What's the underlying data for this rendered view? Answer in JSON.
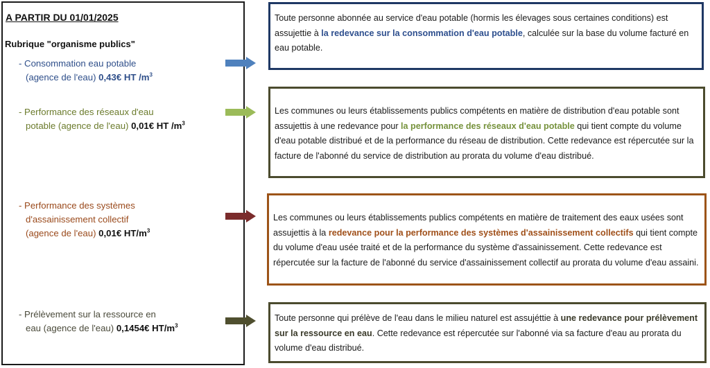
{
  "left_panel": {
    "heading": "A PARTIR DU 01/01/2025",
    "rubrique": "Rubrique \"organisme publics\"",
    "items": [
      {
        "line1": "- Consommation eau potable",
        "line2_prefix": "(agence de l'eau) ",
        "amount": "0,43€ HT /m",
        "exp": "3"
      },
      {
        "line1": "- Performance des réseaux d'eau",
        "line2_prefix": "potable (agence de l'eau) ",
        "amount": "0,01€ HT /m",
        "exp": "3"
      },
      {
        "line1": "- Performance des systèmes",
        "line1b": "d'assainissement collectif",
        "line2_prefix": "(agence de l'eau) ",
        "amount": "0,01€ HT/m",
        "exp": "3"
      },
      {
        "line1": "- Prélèvement sur la ressource en",
        "line2_prefix": "eau (agence de l'eau) ",
        "amount": "0,1454€ HT/m",
        "exp": "3"
      }
    ]
  },
  "colors": {
    "blue": "#2e4f8e",
    "green": "#76923c",
    "brown": "#a0501a",
    "dark_olive": "#4b4b2e",
    "arrow_blue": "#4f81bd",
    "arrow_green": "#9bbb59",
    "arrow_maroon": "#7b2c2c",
    "arrow_olive": "#4f4f2f"
  },
  "boxes": [
    {
      "before": "Toute personne abonnée au service d'eau potable (hormis les élevages sous certaines conditions) est assujettie à ",
      "highlight": "la redevance sur la consommation d'eau potable",
      "after": ", calculée sur la base du volume facturé en eau potable."
    },
    {
      "before": "Les communes ou leurs établissements publics compétents en matière de distribution d'eau potable sont assujettis à une redevance pour ",
      "highlight": "la performance des réseaux d'eau potable",
      "after": " qui tient compte du volume  d'eau potable distribué et de la performance du réseau de distribution. Cette redevance est répercutée sur la facture de l'abonné du service de distribution au prorata du volume d'eau distribué."
    },
    {
      "before": "Les communes ou leurs établissements publics compétents en matière de traitement des eaux usées sont assujettis à la ",
      "highlight": "redevance pour la performance des systèmes d'assainissement collectifs",
      "after": " qui tient compte du volume d'eau usée traité et de la performance du système d'assainissement. Cette redevance est répercutée sur la facture de l'abonné du service d'assainissement collectif au prorata du volume d'eau assaini."
    },
    {
      "before": "Toute personne qui prélève de l'eau dans le milieu naturel est assujéttie à ",
      "highlight": "une redevance pour prélèvement sur la ressource en eau",
      "after": ". Cette redevance est répercutée sur l'abonné via sa facture d'eau au prorata du volume d'eau distribué."
    }
  ]
}
